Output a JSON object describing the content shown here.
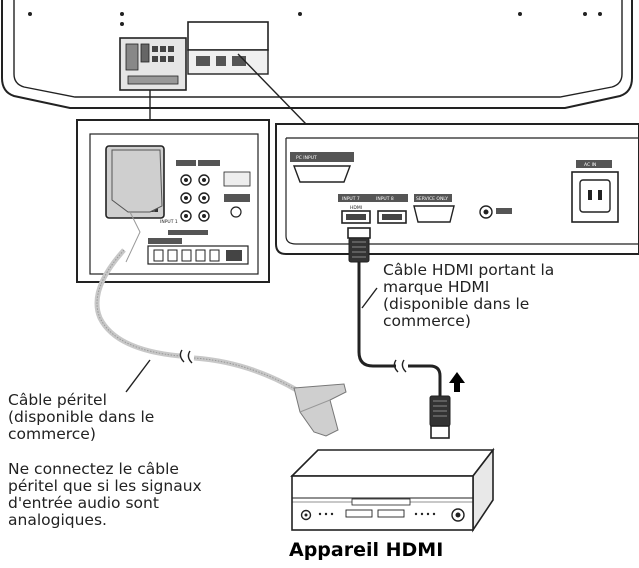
{
  "labels": {
    "hdmi_cable": [
      "Câble HDMI portant la",
      "marque HDMI",
      "(disponible dans le",
      "commerce)"
    ],
    "peritel_cable": [
      "Câble péritel",
      "(disponible dans le",
      "commerce)"
    ],
    "peritel_note": [
      "Ne connectez le câble",
      "péritel que si les signaux",
      "d'entrée audio sont",
      "analogiques."
    ],
    "device": "Appareil HDMI"
  },
  "panel_labels": {
    "pc_input": "PC INPUT",
    "input7": "INPUT 7",
    "input8": "INPUT 8",
    "hdmi": "HDMI",
    "service": "SERVICE ONLY",
    "ac_in": "AC IN",
    "input1": "INPUT 1"
  },
  "colors": {
    "line": "#222222",
    "panel_fill": "#ffffff",
    "grey_fill": "#d4d4d4",
    "dark_fill": "#555555",
    "peritel_cable": "#cfcfcf"
  }
}
